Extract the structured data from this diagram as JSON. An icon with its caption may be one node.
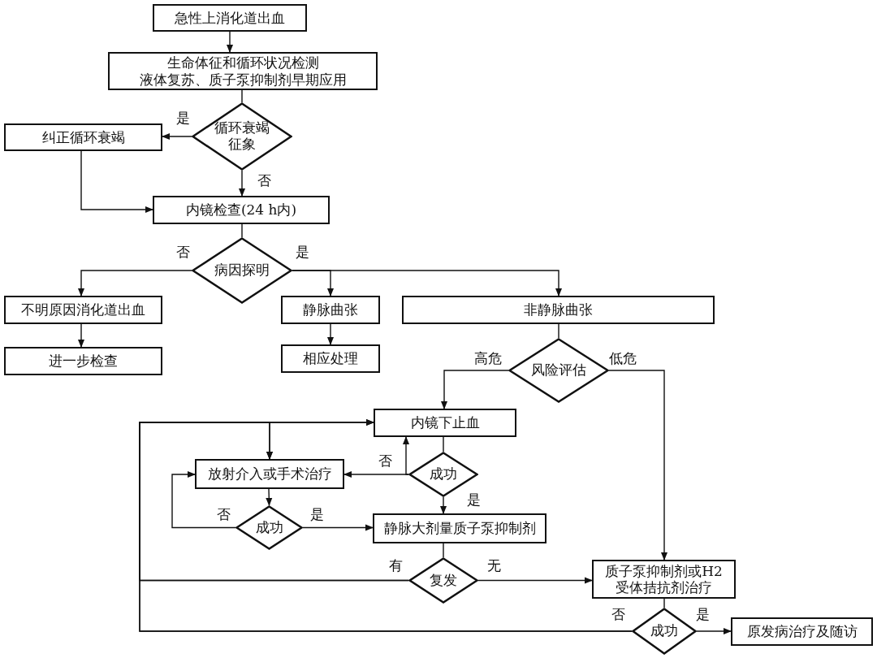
{
  "diagram": {
    "nodes": [
      {
        "text": [
          "急性上消化道出血"
        ]
      },
      {
        "text": [
          "生命体征和循环状况检测",
          "液体复苏、质子泵抑制剂早期应用"
        ]
      },
      {
        "text": [
          "循环衰竭征象"
        ]
      },
      {
        "text": [
          "纠正循环衰竭"
        ]
      },
      {
        "text": [
          "内镜检查(24 h内)"
        ]
      },
      {
        "text": [
          "病因探明"
        ]
      },
      {
        "text": [
          "不明原因消化道出血"
        ]
      },
      {
        "text": [
          "进一步检查"
        ]
      },
      {
        "text": [
          "静脉曲张"
        ]
      },
      {
        "text": [
          "相应处理"
        ]
      },
      {
        "text": [
          "非静脉曲张"
        ]
      },
      {
        "text": [
          "风险评估"
        ]
      },
      {
        "text": [
          "内镜下止血"
        ]
      },
      {
        "text": [
          "成功"
        ]
      },
      {
        "text": [
          "放射介入或手术治疗"
        ]
      },
      {
        "text": [
          "成功"
        ]
      },
      {
        "text": [
          "静脉大剂量质子泵抑制剂"
        ]
      },
      {
        "text": [
          "复发"
        ]
      },
      {
        "text": [
          "质子泵抑制剂或H2受体拮抗剂治疗"
        ]
      },
      {
        "text": [
          "成功"
        ]
      },
      {
        "text": [
          "原发病治疗及随访"
        ]
      }
    ],
    "edges": [
      {
        "from": 0,
        "to": 1,
        "arrow": "to"
      },
      {
        "from": 1,
        "to": 2,
        "arrow": "none"
      },
      {
        "from": 2,
        "to": 3,
        "arrow": "to",
        "label": "是"
      },
      {
        "from": 2,
        "to": 4,
        "arrow": "to",
        "label": "否"
      },
      {
        "from": 3,
        "to": 4,
        "arrow": "to"
      },
      {
        "from": 4,
        "to": 5,
        "arrow": "none"
      },
      {
        "from": 5,
        "to": 6,
        "arrow": "to",
        "label": "否"
      },
      {
        "from": 5,
        "to": 8,
        "arrow": "to",
        "label": "是"
      },
      {
        "from": 5,
        "to": 10,
        "arrow": "to"
      },
      {
        "from": 6,
        "to": 7,
        "arrow": "to"
      },
      {
        "from": 8,
        "to": 9,
        "arrow": "to"
      },
      {
        "from": 10,
        "to": 11,
        "arrow": "none"
      },
      {
        "from": 11,
        "to": 12,
        "arrow": "to",
        "label": "高危"
      },
      {
        "from": 11,
        "to": 18,
        "arrow": "to",
        "label": "低危"
      },
      {
        "from": 12,
        "to": 13,
        "arrow": "none"
      },
      {
        "from": 13,
        "to": 12,
        "arrow": "to"
      },
      {
        "from": 13,
        "to": 14,
        "arrow": "to",
        "label": "否"
      },
      {
        "from": 13,
        "to": 16,
        "arrow": "to",
        "label": "是"
      },
      {
        "from": 14,
        "to": 15,
        "arrow": "to"
      },
      {
        "from": 15,
        "to": 14,
        "arrow": "to",
        "label": "否"
      },
      {
        "from": 15,
        "to": 16,
        "arrow": "to",
        "label": "是"
      },
      {
        "from": 16,
        "to": 17,
        "arrow": "none"
      },
      {
        "from": 17,
        "to": 18,
        "arrow": "to",
        "label": "无"
      },
      {
        "from": 17,
        "to": 12,
        "arrow": "to",
        "label": "有"
      },
      {
        "from": 17,
        "to": 14,
        "arrow": "to"
      },
      {
        "from": 18,
        "to": 19,
        "arrow": "none"
      },
      {
        "from": 19,
        "to": 20,
        "arrow": "to",
        "label": "是"
      },
      {
        "from": 19,
        "to": 12,
        "arrow": "to",
        "label": "否"
      },
      {
        "from": 19,
        "to": 14,
        "arrow": "to"
      }
    ]
  }
}
